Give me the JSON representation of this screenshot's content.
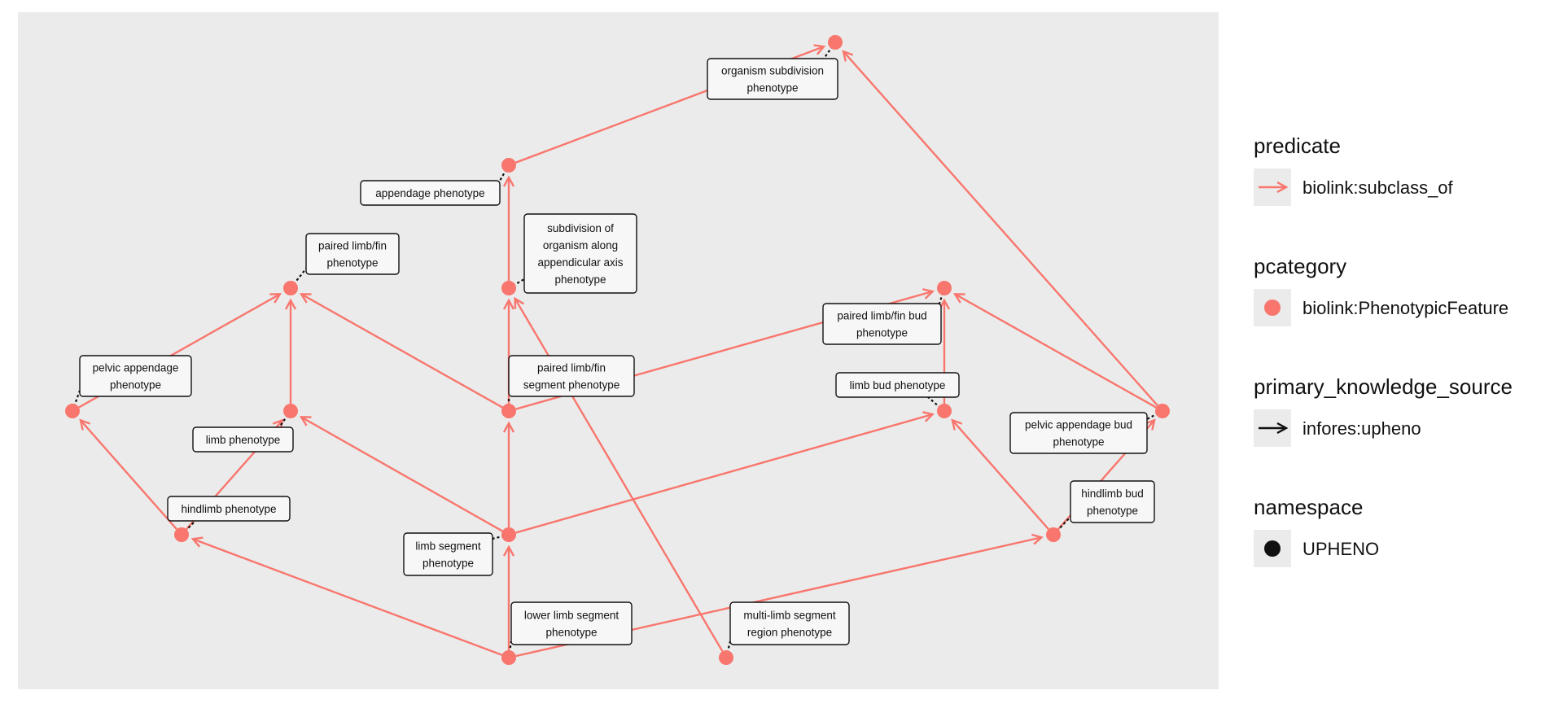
{
  "colors": {
    "edge": "#f8766d",
    "node": "#f8766d",
    "panel": "#ebebeb",
    "label_box": "#f7f7f7",
    "text": "#111111",
    "legend_black": "#111111"
  },
  "graph": {
    "nodes": [
      {
        "id": "organism_subdivision",
        "label": [
          "organism subdivision",
          "phenotype"
        ]
      },
      {
        "id": "appendage",
        "label": [
          "appendage phenotype"
        ]
      },
      {
        "id": "subdivision_appendicular",
        "label": [
          "subdivision of",
          "organism along",
          "appendicular axis",
          "phenotype"
        ]
      },
      {
        "id": "paired_limb_fin",
        "label": [
          "paired limb/fin",
          "phenotype"
        ]
      },
      {
        "id": "paired_limb_fin_bud",
        "label": [
          "paired limb/fin bud",
          "phenotype"
        ]
      },
      {
        "id": "pelvic_appendage",
        "label": [
          "pelvic appendage",
          "phenotype"
        ]
      },
      {
        "id": "limb",
        "label": [
          "limb phenotype"
        ]
      },
      {
        "id": "paired_limb_fin_segment",
        "label": [
          "paired limb/fin",
          "segment phenotype"
        ]
      },
      {
        "id": "limb_bud",
        "label": [
          "limb bud phenotype"
        ]
      },
      {
        "id": "pelvic_appendage_bud",
        "label": [
          "pelvic appendage bud",
          "phenotype"
        ]
      },
      {
        "id": "hindlimb",
        "label": [
          "hindlimb phenotype"
        ]
      },
      {
        "id": "limb_segment",
        "label": [
          "limb segment",
          "phenotype"
        ]
      },
      {
        "id": "hindlimb_bud",
        "label": [
          "hindlimb bud",
          "phenotype"
        ]
      },
      {
        "id": "lower_limb_segment",
        "label": [
          "lower limb segment",
          "phenotype"
        ]
      },
      {
        "id": "multi_limb_segment",
        "label": [
          "multi-limb segment",
          "region phenotype"
        ]
      }
    ],
    "edges": [
      {
        "from": "appendage",
        "to": "organism_subdivision"
      },
      {
        "from": "pelvic_appendage_bud",
        "to": "organism_subdivision"
      },
      {
        "from": "subdivision_appendicular",
        "to": "appendage"
      },
      {
        "from": "pelvic_appendage",
        "to": "paired_limb_fin"
      },
      {
        "from": "limb",
        "to": "paired_limb_fin"
      },
      {
        "from": "paired_limb_fin_segment",
        "to": "paired_limb_fin"
      },
      {
        "from": "paired_limb_fin_segment",
        "to": "subdivision_appendicular"
      },
      {
        "from": "multi_limb_segment",
        "to": "subdivision_appendicular"
      },
      {
        "from": "paired_limb_fin_segment",
        "to": "paired_limb_fin_bud"
      },
      {
        "from": "limb_bud",
        "to": "paired_limb_fin_bud"
      },
      {
        "from": "pelvic_appendage_bud",
        "to": "paired_limb_fin_bud"
      },
      {
        "from": "hindlimb",
        "to": "pelvic_appendage"
      },
      {
        "from": "hindlimb",
        "to": "limb"
      },
      {
        "from": "limb_segment",
        "to": "limb"
      },
      {
        "from": "limb_segment",
        "to": "paired_limb_fin_segment"
      },
      {
        "from": "limb_segment",
        "to": "limb_bud"
      },
      {
        "from": "hindlimb_bud",
        "to": "limb_bud"
      },
      {
        "from": "hindlimb_bud",
        "to": "pelvic_appendage_bud"
      },
      {
        "from": "lower_limb_segment",
        "to": "hindlimb"
      },
      {
        "from": "lower_limb_segment",
        "to": "limb_segment"
      },
      {
        "from": "lower_limb_segment",
        "to": "hindlimb_bud"
      }
    ]
  },
  "legend": {
    "predicate": {
      "title": "predicate",
      "item": "biolink:subclass_of"
    },
    "pcategory": {
      "title": "pcategory",
      "item": "biolink:PhenotypicFeature"
    },
    "primary_knowledge_source": {
      "title": "primary_knowledge_source",
      "item": "infores:upheno"
    },
    "namespace": {
      "title": "namespace",
      "item": "UPHENO"
    }
  }
}
